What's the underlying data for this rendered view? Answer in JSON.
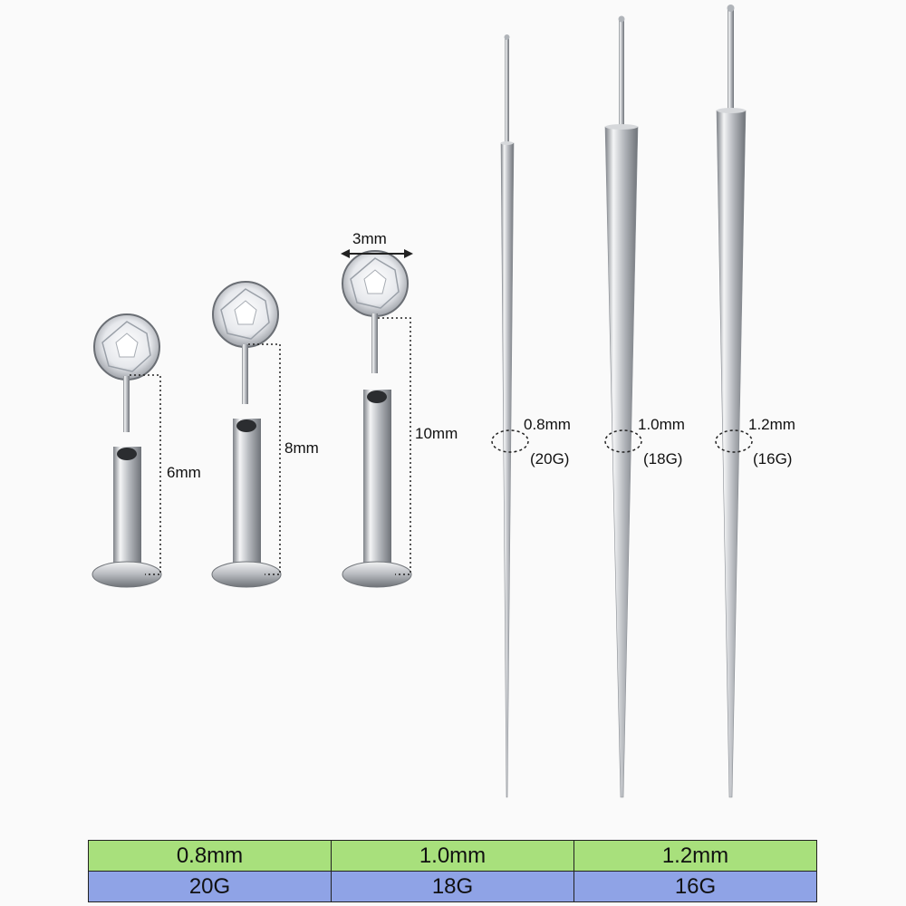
{
  "labrets": [
    {
      "length": "6mm"
    },
    {
      "length": "8mm"
    },
    {
      "length": "10mm"
    }
  ],
  "gem_diameter": "3mm",
  "tapers": [
    {
      "diameter": "0.8mm",
      "gauge": "(20G)"
    },
    {
      "diameter": "1.0mm",
      "gauge": "(18G)"
    },
    {
      "diameter": "1.2mm",
      "gauge": "(16G)"
    }
  ],
  "spec_table": {
    "sizes": [
      "0.8mm",
      "1.0mm",
      "1.2mm"
    ],
    "gauges": [
      "20G",
      "18G",
      "16G"
    ]
  },
  "colors": {
    "size_row": "#a8e07c",
    "gauge_row": "#8fa3e6",
    "metal": "#c9ccd0"
  }
}
